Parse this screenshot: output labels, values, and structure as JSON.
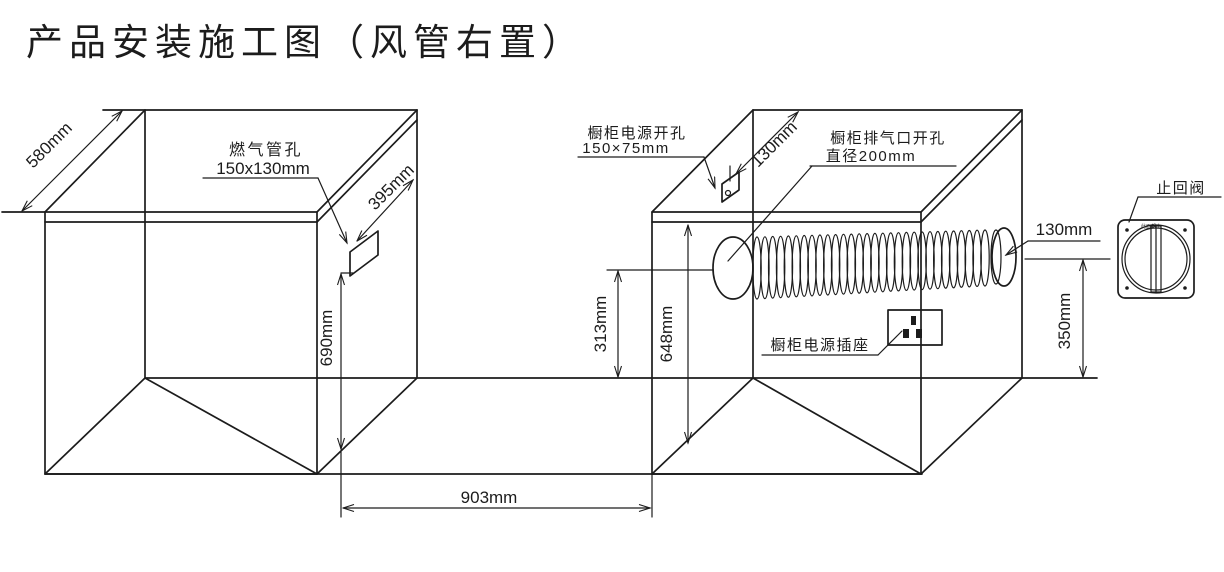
{
  "title": "产品安装施工图（风管右置）",
  "left_cabinet": {
    "depth": "580mm",
    "gas_hole": {
      "name": "燃气管孔",
      "size": "150x130mm",
      "offset_from_back": "395mm",
      "height_from_bottom": "690mm"
    }
  },
  "right_cabinet": {
    "power_hole": {
      "name": "橱柜电源开孔",
      "size": "150×75mm",
      "offset_from_back": "130mm"
    },
    "exhaust_hole": {
      "name": "橱柜排气口开孔",
      "size": "直径200mm"
    },
    "duct_center_height": "313mm",
    "height": "648mm",
    "socket": {
      "name": "橱柜电源插座"
    },
    "duct_end_extension": "130mm",
    "duct_end_height": "350mm"
  },
  "check_valve": {
    "name": "止回阀",
    "marking": "此面朝上"
  },
  "cabinet_spacing": "903mm",
  "colors": {
    "line": "#1c1c1c",
    "background": "#ffffff"
  }
}
